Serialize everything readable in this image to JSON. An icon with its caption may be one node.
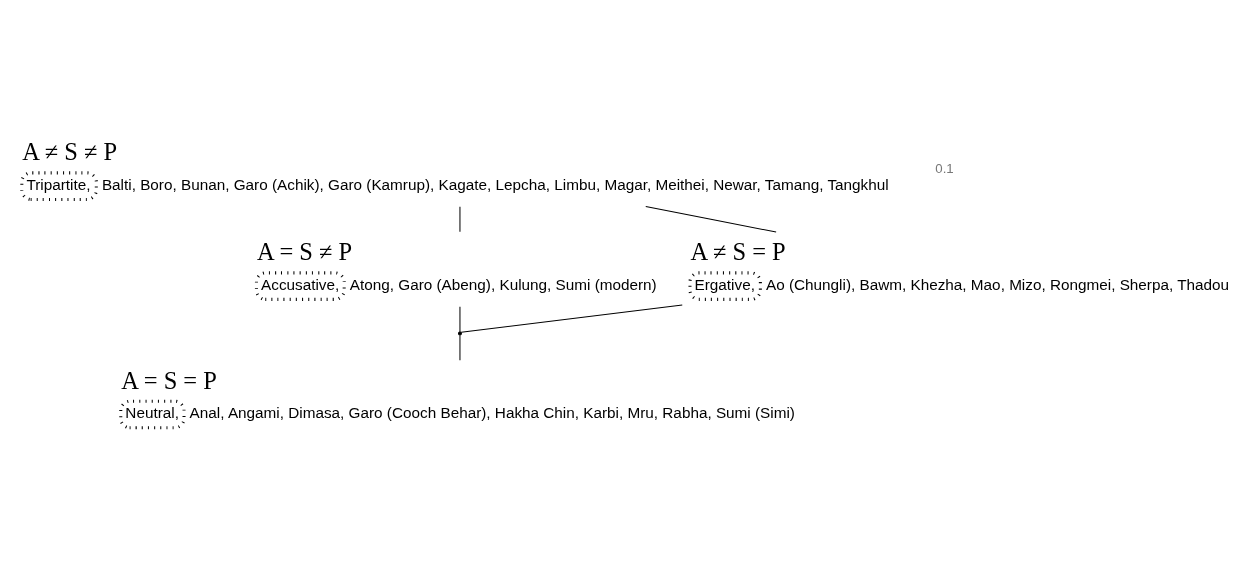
{
  "diagram": {
    "nodes": [
      {
        "text": [
          "A ≠ S ≠ P",
          "Tripartite, Balti, Boro, Bunan, Garo (Achik), Garo (Kamrup), Kagate, Lepcha, Limbu, Magar, Meithei, Newar, Tamang, Tangkhul"
        ]
      },
      {
        "text": [
          "A = S ≠ P",
          "Accusative, Atong, Garo (Abeng), Kulung, Sumi (modern)"
        ]
      },
      {
        "text": [
          "A ≠ S = P",
          "Ergative, Ao (Chungli), Bawm, Khezha, Mao, Mizo, Rongmei, Sherpa, Thadou"
        ]
      },
      {
        "text": [],
        "shape": "point"
      },
      {
        "text": [
          "A = S = P",
          "Neutral, Anal, Angami, Dimasa, Garo (Cooch Behar), Hakha Chin, Karbi, Mru, Rabha, Sumi (Simi)"
        ]
      }
    ],
    "edges": [
      {
        "from": 0,
        "to": 1,
        "arrow": "none"
      },
      {
        "from": 1,
        "to": 3,
        "arrow": "none"
      },
      {
        "from": 3,
        "to": 2,
        "arrow": "none"
      },
      {
        "from": 2,
        "to": 0,
        "arrow": "none"
      },
      {
        "from": 3,
        "to": 4,
        "arrow": "none"
      }
    ],
    "labels": [
      "0.1"
    ]
  }
}
